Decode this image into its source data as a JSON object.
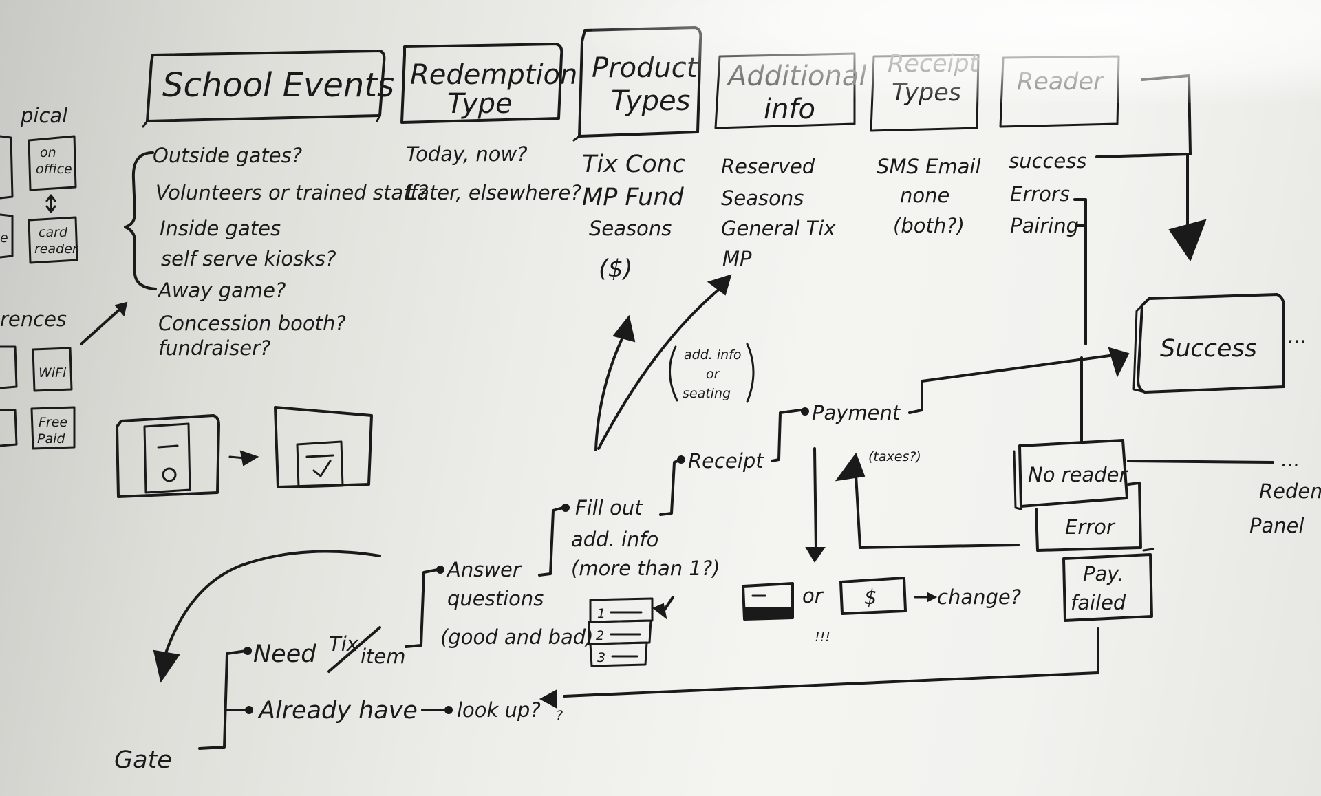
{
  "headers": {
    "school_events": "School Events",
    "redemption_type": [
      "Redemption",
      "Type"
    ],
    "product_types": [
      "Product",
      "Types"
    ],
    "additional_info": [
      "Additional",
      "info"
    ],
    "receipt_types": [
      "Receipt",
      "Types"
    ],
    "reader": "Reader"
  },
  "left_edge": {
    "top": "pical",
    "mid": "rences",
    "box_office": [
      "on",
      "office"
    ],
    "card_reader": [
      "card",
      "reader"
    ],
    "wifi": "WiFi",
    "free_paid": [
      "Free",
      "Paid"
    ]
  },
  "school_events_list": [
    "Outside gates?",
    "Volunteers or trained staff?",
    "Inside gates",
    "self serve kiosks?",
    "Away game?",
    "Concession booth?",
    "fundraiser?"
  ],
  "redemption_list": [
    "Today, now?",
    "Later, elsewhere?"
  ],
  "product_list": [
    "Tix  Conc",
    "MP  Fund",
    "Seasons",
    "($)"
  ],
  "additional_list": [
    "Reserved",
    "Seasons",
    "General Tix",
    "MP"
  ],
  "receipt_list": [
    "SMS  Email",
    "none",
    "(both?)"
  ],
  "reader_list": [
    "success",
    "Errors",
    "Pairing"
  ],
  "flow": {
    "add_info_note": [
      "add. info",
      "or",
      "seating"
    ],
    "payment": "Payment",
    "taxes": "(taxes?)",
    "receipt": "Receipt",
    "fill_out": [
      "Fill out",
      "add. info",
      "(more than 1?)"
    ],
    "answer": [
      "Answer",
      "questions",
      "(good and bad)"
    ],
    "need": "Need",
    "tix_item": [
      "Tix",
      "item"
    ],
    "already_have": "Already have",
    "look_up": "look up?",
    "question": "?",
    "gate": "Gate",
    "success": "Success",
    "ellipsis": "...",
    "no_reader": "No reader",
    "error": "Error",
    "pay_failed": [
      "Pay.",
      "failed"
    ],
    "cash_sign": "$",
    "or": "or",
    "change": "change?",
    "bangs": "!!!",
    "redemption_panel": [
      "Redem",
      "Panel"
    ],
    "list_marks": [
      "1",
      "2",
      "3"
    ]
  }
}
